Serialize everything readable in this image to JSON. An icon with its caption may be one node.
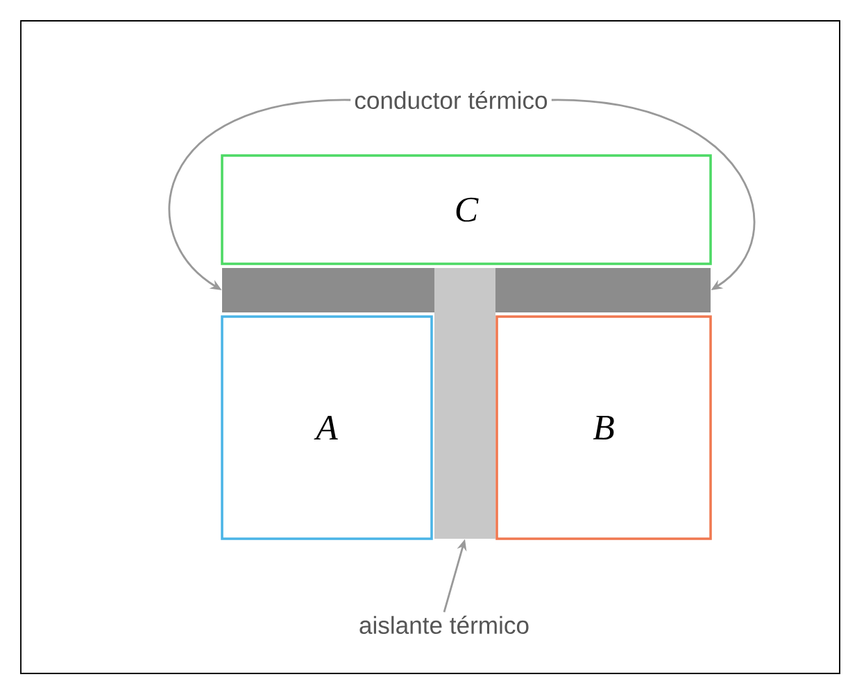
{
  "diagram": {
    "nodes": [
      {
        "text": [
          "C"
        ]
      },
      {
        "text": [
          "A"
        ]
      },
      {
        "text": [
          "B"
        ]
      },
      {
        "text": [],
        "shape": "bar"
      },
      {
        "text": [],
        "shape": "bar"
      },
      {
        "text": [
          "conductor térmico"
        ]
      },
      {
        "text": [
          "aislante térmico"
        ]
      }
    ],
    "edges": [
      {
        "from": 5,
        "to": 3,
        "arrow": "to"
      },
      {
        "from": 5,
        "to": 3,
        "arrow": "to"
      },
      {
        "from": 6,
        "to": 4,
        "arrow": "to"
      }
    ]
  }
}
